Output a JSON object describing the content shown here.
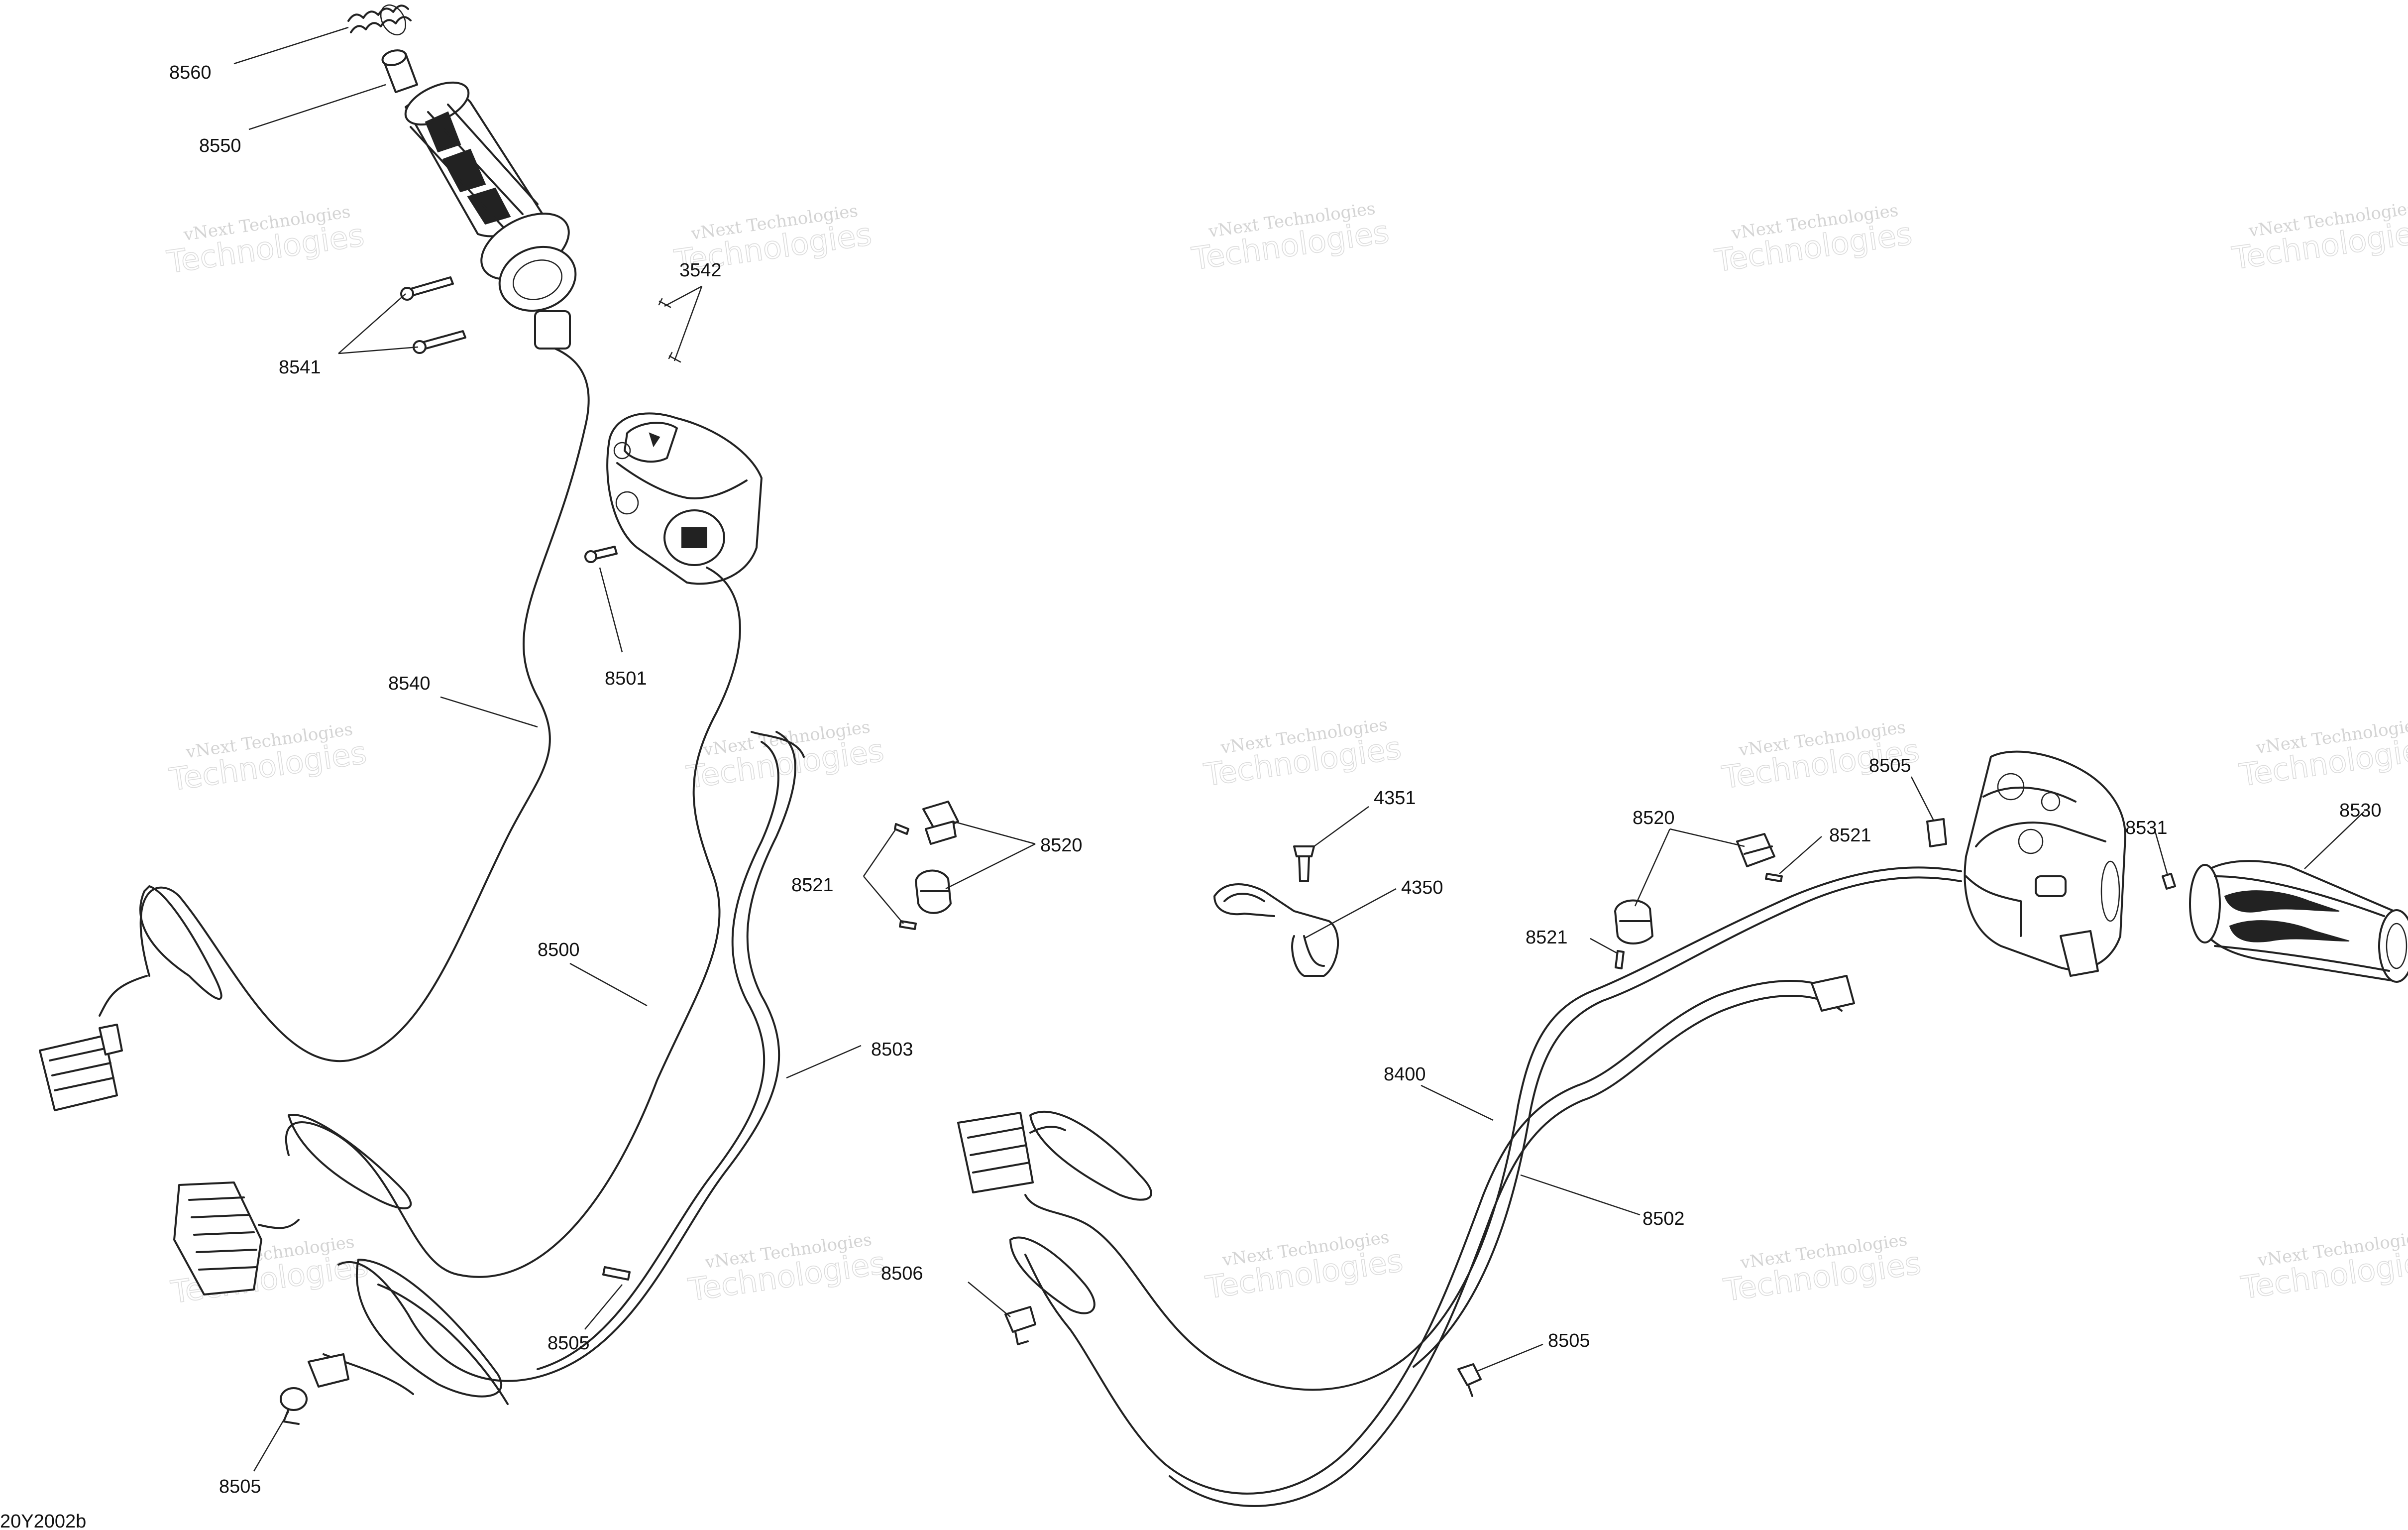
{
  "watermark": {
    "line1": "vNext Technologies",
    "line2": "Technologies"
  },
  "part_numbers": {
    "p8560": "8560",
    "p8550": "8550",
    "p8541": "8541",
    "p3542": "3542",
    "p8501": "8501",
    "p8540": "8540",
    "p8500": "8500",
    "p8503": "8503",
    "p8505_left": "8505",
    "p8505_bottom_left": "8505",
    "p8521_left": "8521",
    "p8520_left": "8520",
    "p4351": "4351",
    "p4350": "4350",
    "p8506": "8506",
    "p8400": "8400",
    "p8502": "8502",
    "p8505_bottom_mid": "8505",
    "p8520_right": "8520",
    "p8521_right_top": "8521",
    "p8521_right_mid": "8521",
    "p8505_right": "8505",
    "p8531": "8531",
    "p8530": "8530"
  },
  "diagram_code": "20Y2002b",
  "colors": {
    "ink": "#222222",
    "watermark": "#d4d4d4",
    "background": "#ffffff"
  }
}
